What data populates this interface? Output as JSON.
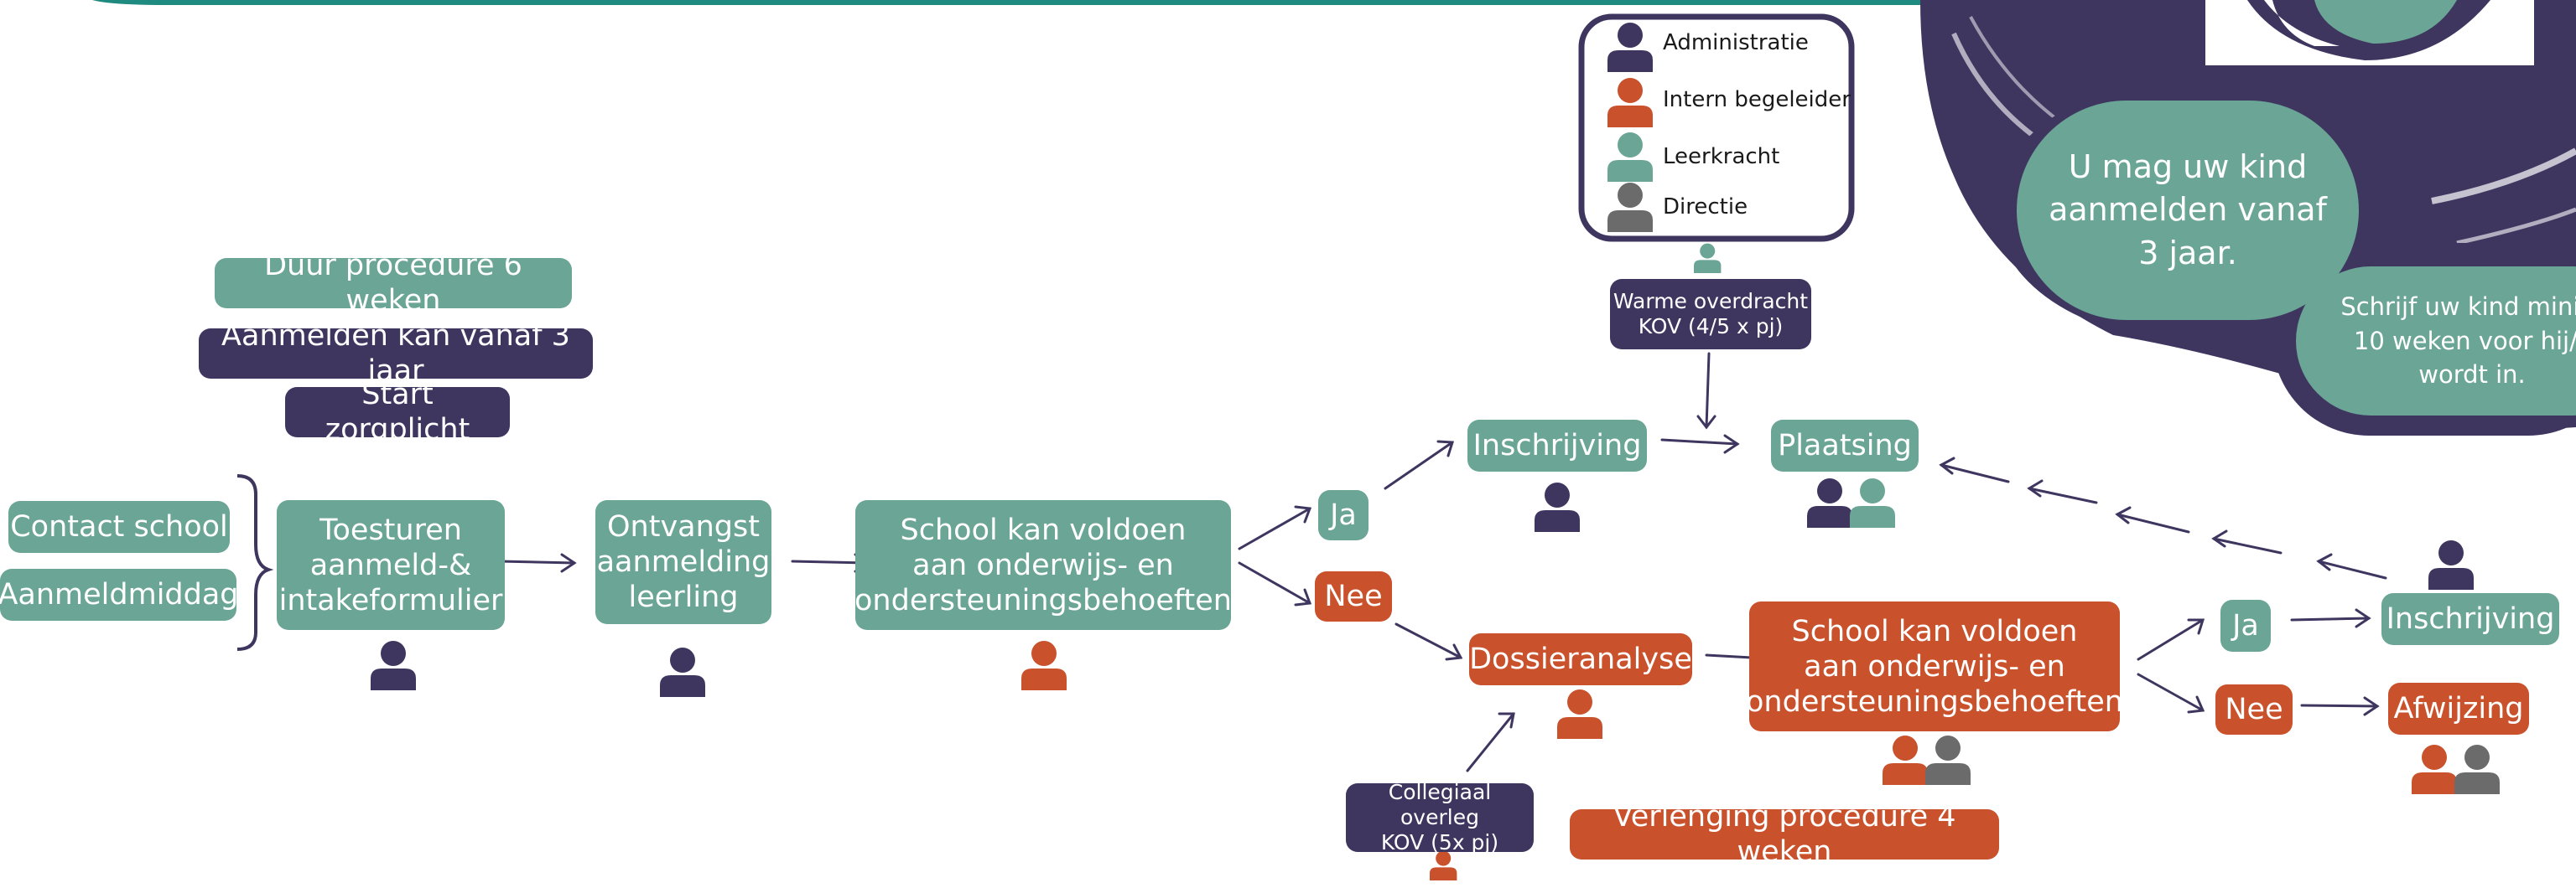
{
  "legend": {
    "items": [
      {
        "label": "Administratie",
        "color": "#3f3660"
      },
      {
        "label": "Intern begeleider",
        "color": "#c9512b"
      },
      {
        "label": "Leerkracht",
        "color": "#6aa596"
      },
      {
        "label": "Directie",
        "color": "#6b6b6b"
      }
    ]
  },
  "info": {
    "duur": "Duur procedure 6 weken",
    "aanmelden": "Aanmelden kan vanaf 3 jaar",
    "zorgplicht": "Start zorgplicht"
  },
  "bubbles": {
    "mag": "U mag uw kind\naanmelden vanaf\n3 jaar.",
    "schrijf": "Schrijf uw kind minim\n10 weken voor hij/z\nwordt in."
  },
  "nodes": {
    "contact": "Contact school",
    "aanmeldmiddag": "Aanmeldmiddag",
    "toesturen": "Toesturen\naanmeld-&\nintakeformulier",
    "ontvangst": "Ontvangst\naanmelding\nleerling",
    "voldoen1": "School kan voldoen\naan onderwijs- en\nondersteuningsbehoeften",
    "ja1": "Ja",
    "nee1": "Nee",
    "inschrijving1": "Inschrijving",
    "plaatsing": "Plaatsing",
    "warme": "Warme overdracht\nKOV (4/5 x pj)",
    "dossier": "Dossieranalyse",
    "voldoen2": "School kan voldoen\naan onderwijs- en\nondersteuningsbehoeften",
    "ja2": "Ja",
    "nee2": "Nee",
    "inschrijving2": "Inschrijving",
    "afwijzing": "Afwijzing",
    "collegiaal": "Collegiaal overleg\nKOV (5x pj)",
    "verlenging": "Verlenging procedure 4 weken"
  },
  "colors": {
    "teal": "#6aa596",
    "purple": "#3f3660",
    "orange": "#c9512b",
    "grey": "#6b6b6b",
    "top_bar": "#1f8a80"
  }
}
